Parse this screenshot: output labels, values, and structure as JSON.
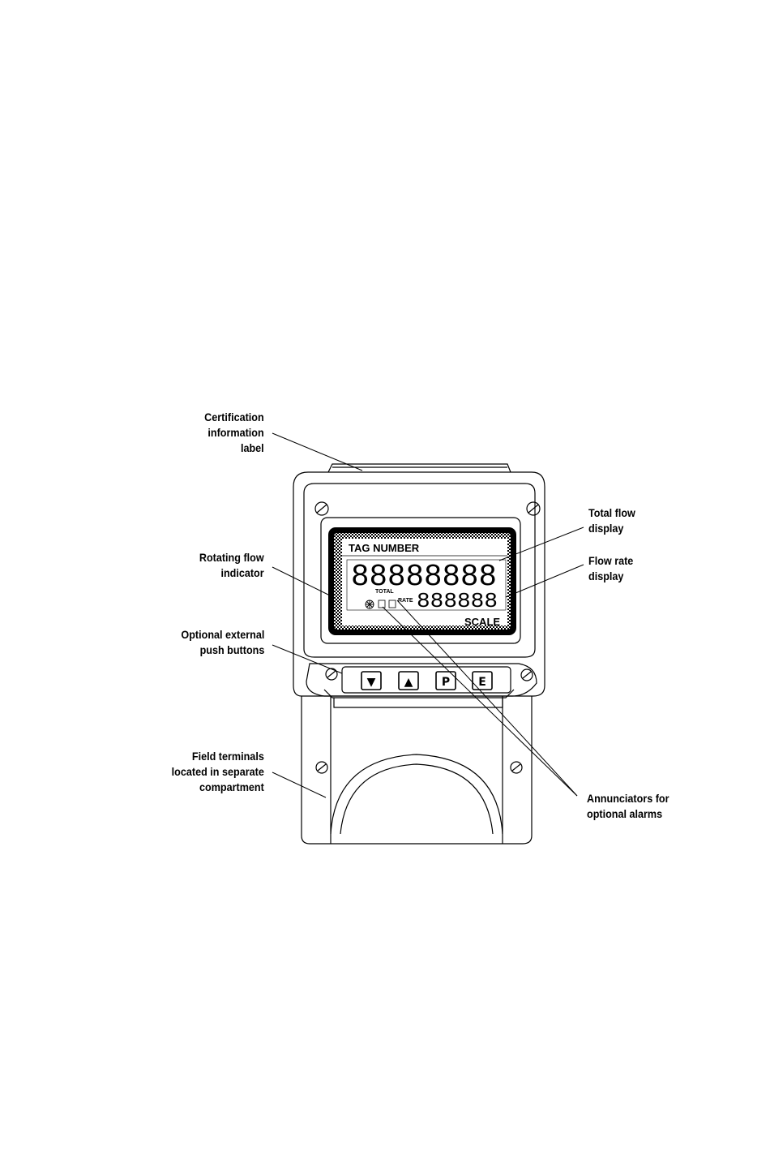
{
  "callouts": {
    "certification": [
      "Certification",
      "information",
      "label"
    ],
    "rotating_flow": [
      "Rotating flow",
      "indicator"
    ],
    "push_buttons": [
      "Optional external",
      "push buttons"
    ],
    "field_terminals": [
      "Field terminals",
      "located in separate",
      "compartment"
    ],
    "total_flow": [
      "Total flow",
      "display"
    ],
    "flow_rate": [
      "Flow rate",
      "display"
    ],
    "annunciators": [
      "Annunciators for",
      "optional alarms"
    ]
  },
  "lcd": {
    "tag": "TAG NUMBER",
    "total_digits": "88888888",
    "total_label": "TOTAL",
    "rate_label": "RATE",
    "rate_digits": "888888",
    "scale": "SCALE"
  },
  "buttons": [
    "▼",
    "▲",
    "P",
    "E"
  ]
}
